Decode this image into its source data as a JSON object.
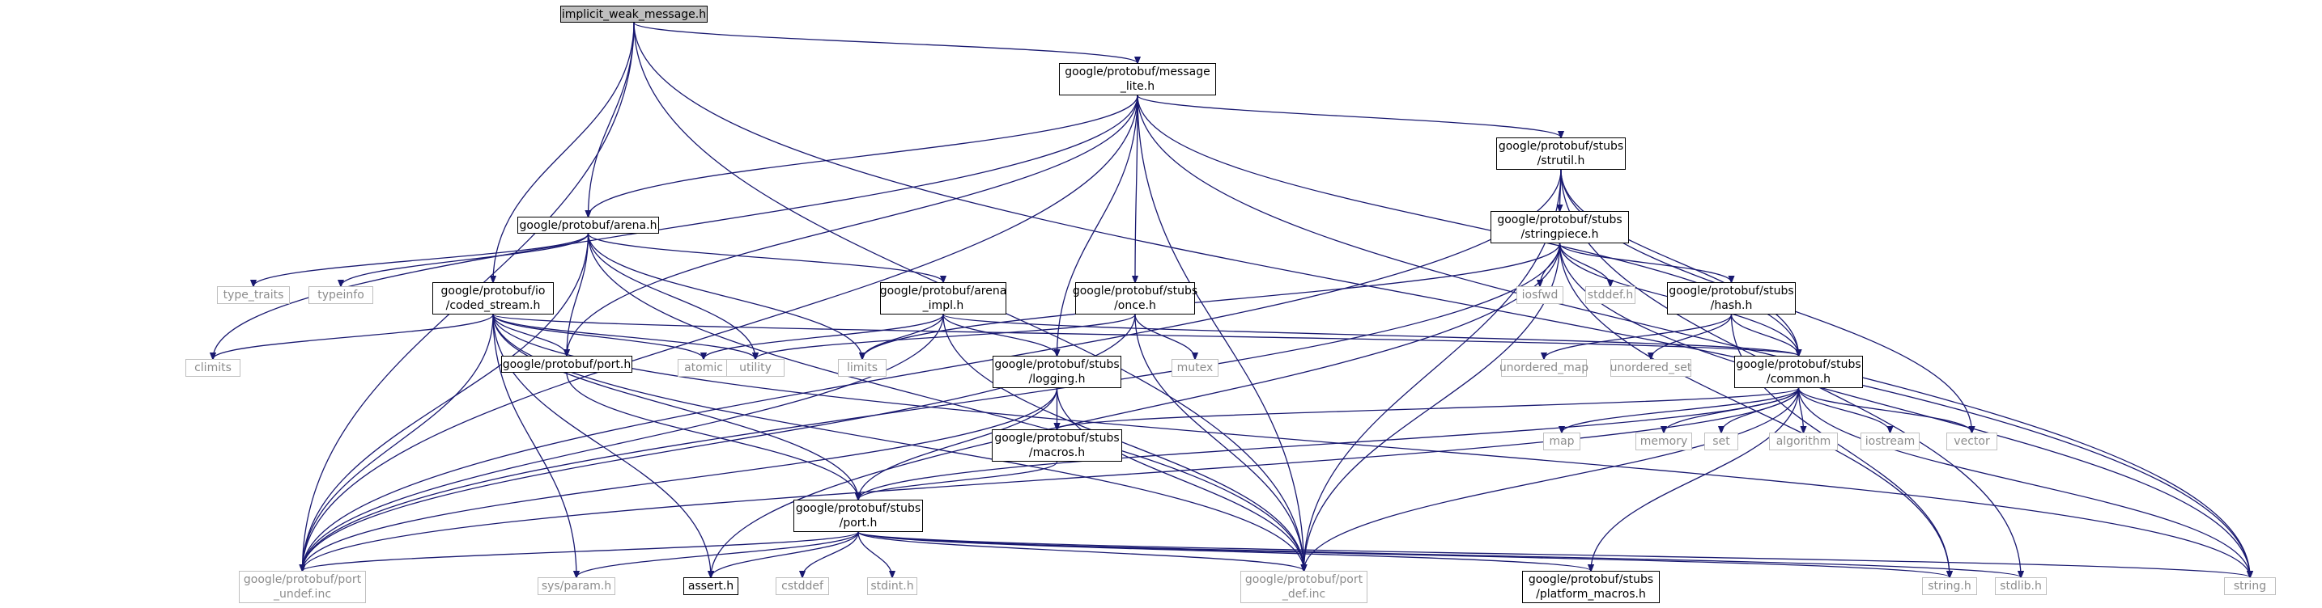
{
  "nodes": {
    "n00": {
      "lines": [
        "implicit_weak_message.h"
      ],
      "kind": "root"
    },
    "n01": {
      "lines": [
        "google/protobuf/message",
        "_lite.h"
      ],
      "kind": "doc"
    },
    "n02": {
      "lines": [
        "google/protobuf/arena.h"
      ],
      "kind": "doc"
    },
    "n03": {
      "lines": [
        "google/protobuf/io",
        "/coded_stream.h"
      ],
      "kind": "doc"
    },
    "n04": {
      "lines": [
        "google/protobuf/stubs",
        "/strutil.h"
      ],
      "kind": "doc"
    },
    "n05": {
      "lines": [
        "google/protobuf/stubs",
        "/stringpiece.h"
      ],
      "kind": "doc"
    },
    "n06": {
      "lines": [
        "google/protobuf/arena",
        "_impl.h"
      ],
      "kind": "doc"
    },
    "n07": {
      "lines": [
        "google/protobuf/stubs",
        "/once.h"
      ],
      "kind": "doc"
    },
    "n08": {
      "lines": [
        "google/protobuf/stubs",
        "/hash.h"
      ],
      "kind": "doc"
    },
    "n09": {
      "lines": [
        "google/protobuf/port.h"
      ],
      "kind": "doc"
    },
    "n10": {
      "lines": [
        "google/protobuf/stubs",
        "/logging.h"
      ],
      "kind": "doc"
    },
    "n11": {
      "lines": [
        "google/protobuf/stubs",
        "/common.h"
      ],
      "kind": "doc"
    },
    "n12": {
      "lines": [
        "google/protobuf/stubs",
        "/macros.h"
      ],
      "kind": "doc"
    },
    "n13": {
      "lines": [
        "google/protobuf/stubs",
        "/port.h"
      ],
      "kind": "doc"
    },
    "n14": {
      "lines": [
        "google/protobuf/port",
        "_undef.inc"
      ],
      "kind": "sys"
    },
    "n15": {
      "lines": [
        "google/protobuf/port",
        "_def.inc"
      ],
      "kind": "sys"
    },
    "n16": {
      "lines": [
        "google/protobuf/stubs",
        "/platform_macros.h"
      ],
      "kind": "doc"
    },
    "n17": {
      "lines": [
        "assert.h"
      ],
      "kind": "doc"
    },
    "n18": {
      "lines": [
        "sys/param.h"
      ],
      "kind": "sys"
    },
    "n19": {
      "lines": [
        "cstddef"
      ],
      "kind": "sys"
    },
    "n20": {
      "lines": [
        "stdint.h"
      ],
      "kind": "sys"
    },
    "n21": {
      "lines": [
        "string.h"
      ],
      "kind": "sys"
    },
    "n22": {
      "lines": [
        "stdlib.h"
      ],
      "kind": "sys"
    },
    "n23": {
      "lines": [
        "string"
      ],
      "kind": "sys"
    },
    "n24": {
      "lines": [
        "type_traits"
      ],
      "kind": "sys"
    },
    "n25": {
      "lines": [
        "typeinfo"
      ],
      "kind": "sys"
    },
    "n26": {
      "lines": [
        "climits"
      ],
      "kind": "sys"
    },
    "n27": {
      "lines": [
        "atomic"
      ],
      "kind": "sys"
    },
    "n28": {
      "lines": [
        "utility"
      ],
      "kind": "sys"
    },
    "n29": {
      "lines": [
        "limits"
      ],
      "kind": "sys"
    },
    "n30": {
      "lines": [
        "mutex"
      ],
      "kind": "sys"
    },
    "n31": {
      "lines": [
        "iosfwd"
      ],
      "kind": "sys"
    },
    "n32": {
      "lines": [
        "stddef.h"
      ],
      "kind": "sys"
    },
    "n33": {
      "lines": [
        "unordered_map"
      ],
      "kind": "sys"
    },
    "n34": {
      "lines": [
        "unordered_set"
      ],
      "kind": "sys"
    },
    "n35": {
      "lines": [
        "map"
      ],
      "kind": "sys"
    },
    "n36": {
      "lines": [
        "memory"
      ],
      "kind": "sys"
    },
    "n37": {
      "lines": [
        "set"
      ],
      "kind": "sys"
    },
    "n38": {
      "lines": [
        "algorithm"
      ],
      "kind": "sys"
    },
    "n39": {
      "lines": [
        "iostream"
      ],
      "kind": "sys"
    },
    "n40": {
      "lines": [
        "vector"
      ],
      "kind": "sys"
    }
  },
  "edges": [
    [
      "n00",
      "n01"
    ],
    [
      "n00",
      "n02"
    ],
    [
      "n00",
      "n03"
    ],
    [
      "n00",
      "n14"
    ],
    [
      "n00",
      "n15"
    ],
    [
      "n00",
      "n23"
    ],
    [
      "n01",
      "n02"
    ],
    [
      "n01",
      "n04"
    ],
    [
      "n01",
      "n07"
    ],
    [
      "n01",
      "n09"
    ],
    [
      "n01",
      "n10"
    ],
    [
      "n01",
      "n11"
    ],
    [
      "n01",
      "n14"
    ],
    [
      "n01",
      "n15"
    ],
    [
      "n01",
      "n23"
    ],
    [
      "n01",
      "n26"
    ],
    [
      "n02",
      "n06"
    ],
    [
      "n02",
      "n09"
    ],
    [
      "n02",
      "n14"
    ],
    [
      "n02",
      "n15"
    ],
    [
      "n02",
      "n24"
    ],
    [
      "n02",
      "n25"
    ],
    [
      "n02",
      "n28"
    ],
    [
      "n02",
      "n29"
    ],
    [
      "n03",
      "n09"
    ],
    [
      "n03",
      "n11"
    ],
    [
      "n03",
      "n13"
    ],
    [
      "n03",
      "n14"
    ],
    [
      "n03",
      "n15"
    ],
    [
      "n03",
      "n17"
    ],
    [
      "n03",
      "n18"
    ],
    [
      "n03",
      "n23"
    ],
    [
      "n03",
      "n26"
    ],
    [
      "n03",
      "n27"
    ],
    [
      "n03",
      "n28"
    ],
    [
      "n04",
      "n05"
    ],
    [
      "n04",
      "n11"
    ],
    [
      "n04",
      "n14"
    ],
    [
      "n04",
      "n15"
    ],
    [
      "n04",
      "n22"
    ],
    [
      "n04",
      "n40"
    ],
    [
      "n05",
      "n08"
    ],
    [
      "n05",
      "n11"
    ],
    [
      "n05",
      "n14"
    ],
    [
      "n05",
      "n15"
    ],
    [
      "n05",
      "n17"
    ],
    [
      "n05",
      "n21"
    ],
    [
      "n05",
      "n23"
    ],
    [
      "n05",
      "n29"
    ],
    [
      "n05",
      "n31"
    ],
    [
      "n05",
      "n32"
    ],
    [
      "n06",
      "n10"
    ],
    [
      "n06",
      "n11"
    ],
    [
      "n06",
      "n14"
    ],
    [
      "n06",
      "n15"
    ],
    [
      "n06",
      "n27"
    ],
    [
      "n06",
      "n29"
    ],
    [
      "n07",
      "n14"
    ],
    [
      "n07",
      "n15"
    ],
    [
      "n07",
      "n28"
    ],
    [
      "n07",
      "n30"
    ],
    [
      "n08",
      "n11"
    ],
    [
      "n08",
      "n21"
    ],
    [
      "n08",
      "n33"
    ],
    [
      "n08",
      "n34"
    ],
    [
      "n09",
      "n13"
    ],
    [
      "n10",
      "n12"
    ],
    [
      "n10",
      "n13"
    ],
    [
      "n10",
      "n14"
    ],
    [
      "n10",
      "n15"
    ],
    [
      "n11",
      "n12"
    ],
    [
      "n11",
      "n13"
    ],
    [
      "n11",
      "n14"
    ],
    [
      "n11",
      "n15"
    ],
    [
      "n11",
      "n16"
    ],
    [
      "n11",
      "n23"
    ],
    [
      "n11",
      "n35"
    ],
    [
      "n11",
      "n36"
    ],
    [
      "n11",
      "n37"
    ],
    [
      "n11",
      "n38"
    ],
    [
      "n11",
      "n39"
    ],
    [
      "n11",
      "n40"
    ],
    [
      "n12",
      "n13"
    ],
    [
      "n13",
      "n14"
    ],
    [
      "n13",
      "n15"
    ],
    [
      "n13",
      "n16"
    ],
    [
      "n13",
      "n17"
    ],
    [
      "n13",
      "n18"
    ],
    [
      "n13",
      "n19"
    ],
    [
      "n13",
      "n20"
    ],
    [
      "n13",
      "n21"
    ],
    [
      "n13",
      "n22"
    ],
    [
      "n13",
      "n23"
    ]
  ]
}
